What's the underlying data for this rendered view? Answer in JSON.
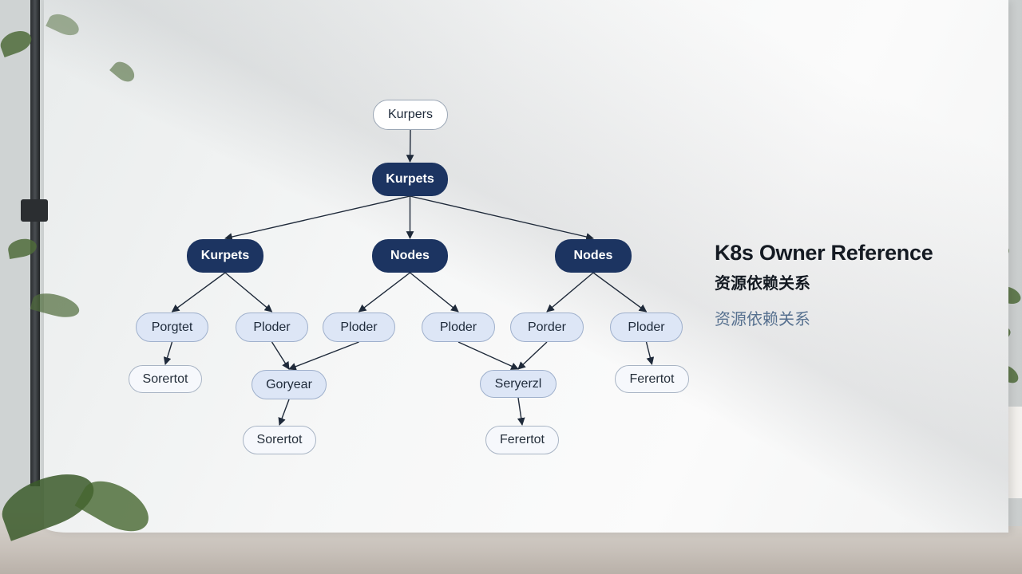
{
  "diagram": {
    "title": "K8s Owner Reference",
    "subtitle": "资源依赖关系",
    "subtitle_secondary": "资源依赖关系",
    "nodes": {
      "root": "Kurpers",
      "top": "Kurpets",
      "left_branch": "Kurpets",
      "mid_branch": "Nodes",
      "right_branch": "Nodes",
      "l1": "Porgtet",
      "l2": "Ploder",
      "l3": "Ploder",
      "l4": "Ploder",
      "l5": "Porder",
      "l6": "Ploder",
      "s1": "Sorertot",
      "s2": "Goryear",
      "s3": "Seryerzl",
      "s4": "Ferertot",
      "b1": "Sorertot",
      "b2": "Ferertot"
    },
    "edges": [
      [
        "root",
        "top"
      ],
      [
        "top",
        "left_branch"
      ],
      [
        "top",
        "mid_branch"
      ],
      [
        "top",
        "right_branch"
      ],
      [
        "left_branch",
        "l1"
      ],
      [
        "left_branch",
        "l2"
      ],
      [
        "mid_branch",
        "l3"
      ],
      [
        "mid_branch",
        "l4"
      ],
      [
        "right_branch",
        "l5"
      ],
      [
        "right_branch",
        "l6"
      ],
      [
        "l1",
        "s1"
      ],
      [
        "l2",
        "s2"
      ],
      [
        "l3",
        "s2"
      ],
      [
        "l4",
        "s3"
      ],
      [
        "l5",
        "s3"
      ],
      [
        "l6",
        "s4"
      ],
      [
        "s2",
        "b1"
      ],
      [
        "s3",
        "b2"
      ]
    ]
  }
}
